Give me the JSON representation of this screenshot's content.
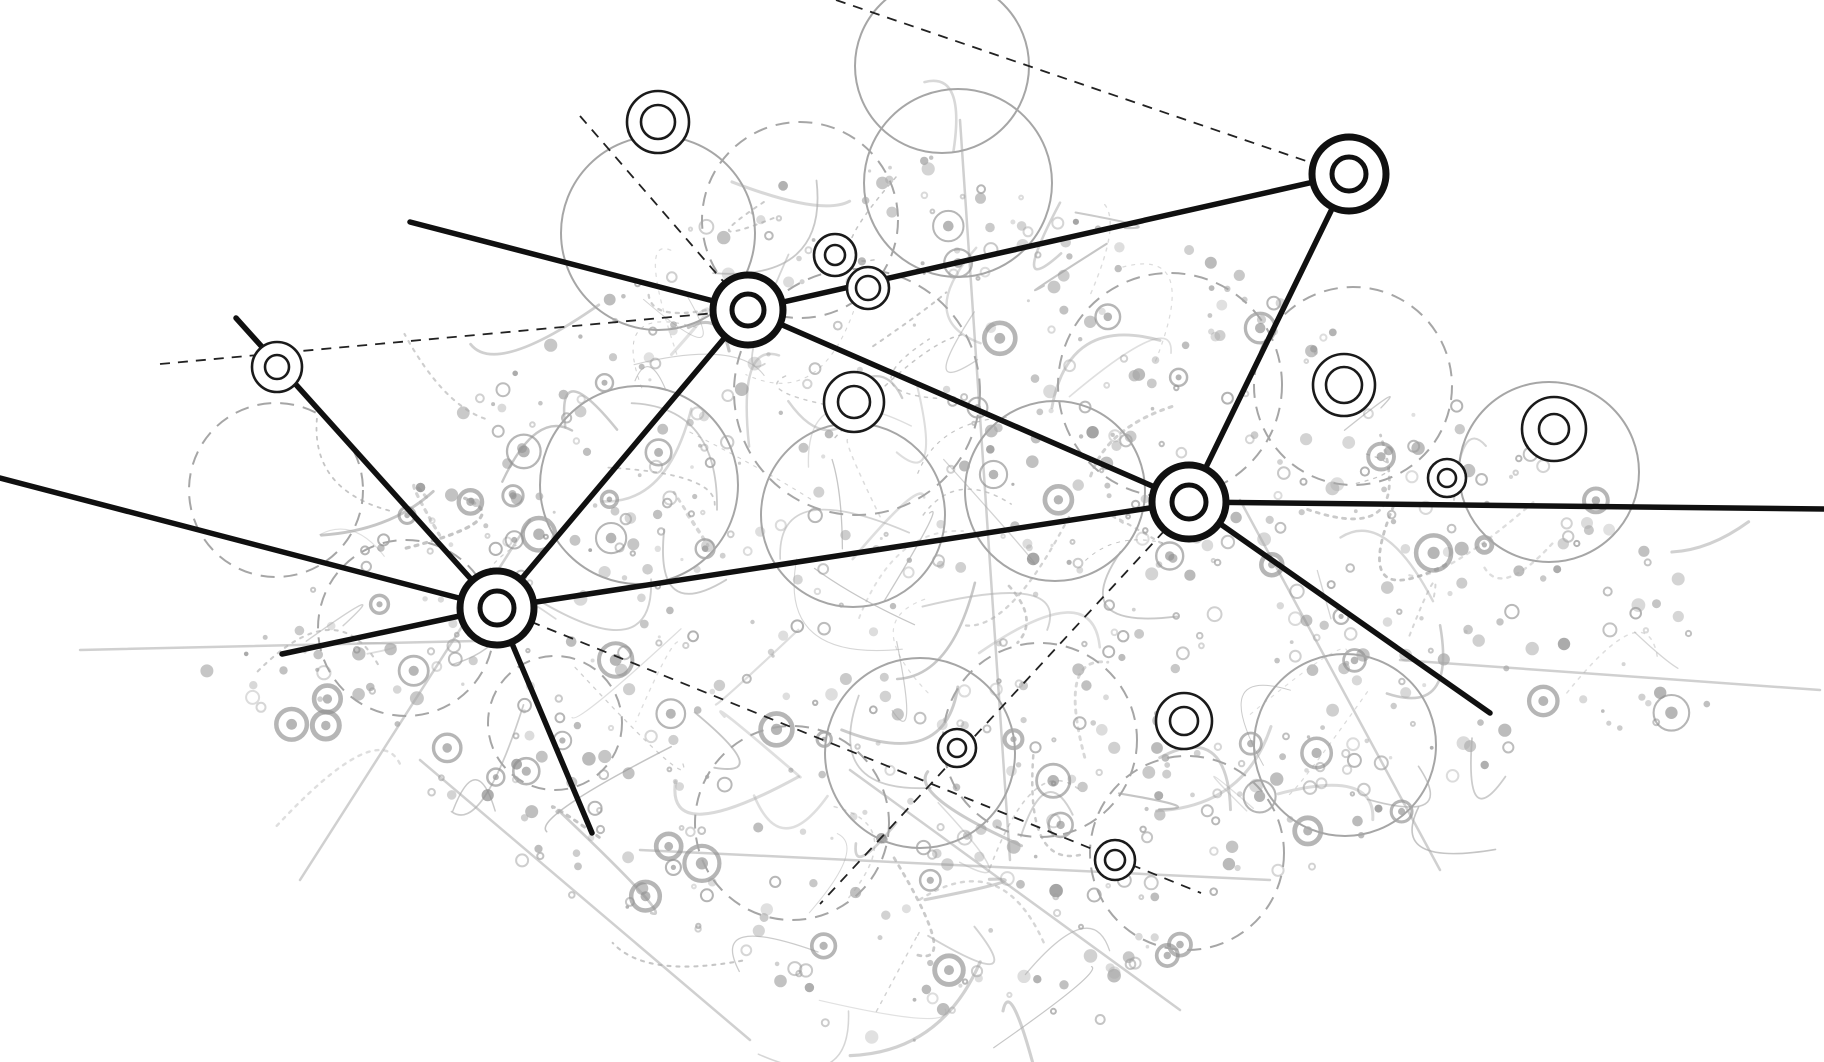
{
  "diagram": {
    "type": "network-overlay",
    "palette": {
      "background": "#ffffff",
      "primary_stroke": "#101010",
      "faded_network": "#a9a9a9",
      "guide_circle": "#a6a6a6"
    },
    "hubs": [
      {
        "id": "hub-top-right",
        "icon": "double-ring-node"
      },
      {
        "id": "hub-upper-middle",
        "icon": "double-ring-node"
      },
      {
        "id": "hub-right-center",
        "icon": "double-ring-node"
      },
      {
        "id": "hub-lower-left",
        "icon": "double-ring-node"
      }
    ],
    "edges": [
      [
        "hub-upper-middle",
        "hub-top-right"
      ],
      [
        "hub-top-right",
        "hub-right-center"
      ],
      [
        "hub-upper-middle",
        "hub-right-center"
      ],
      [
        "hub-upper-middle",
        "hub-lower-left"
      ],
      [
        "hub-lower-left",
        "hub-right-center"
      ]
    ],
    "secondary_nodes_count": 11,
    "guide_circles_count": 19
  }
}
